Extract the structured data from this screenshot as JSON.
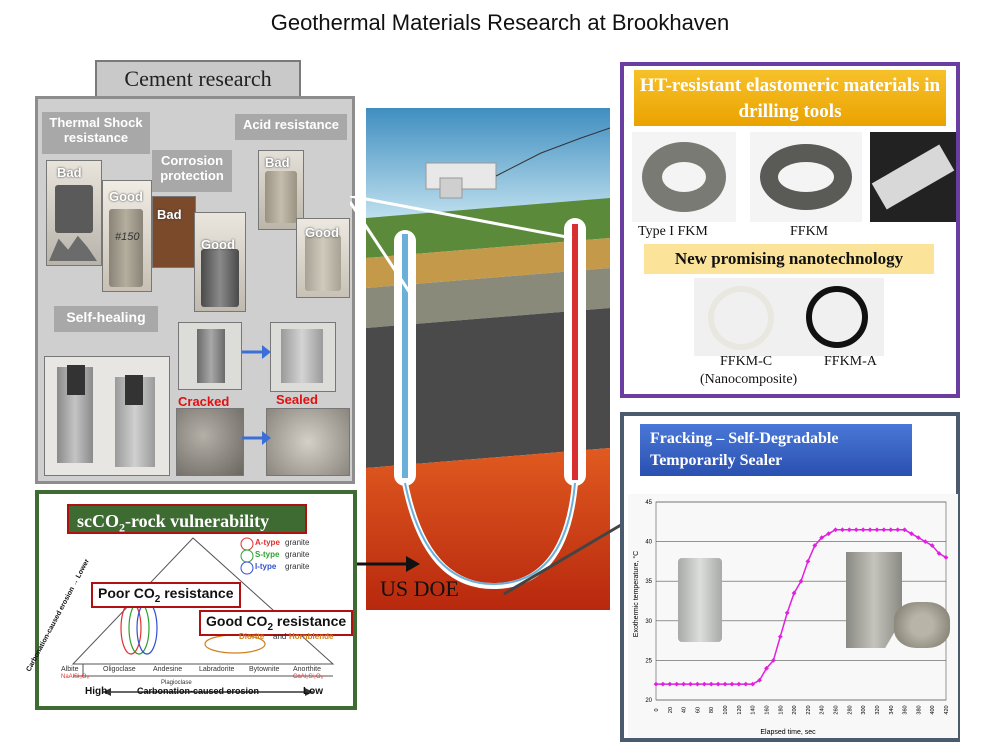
{
  "title": "Geothermal Materials Research at Brookhaven",
  "cement": {
    "tab": "Cement research",
    "thermal_shock": "Thermal Shock resistance",
    "corrosion": "Corrosion protection",
    "acid": "Acid resistance",
    "bad": "Bad",
    "good": "Good",
    "self_healing": "Self-healing",
    "cracked": "Cracked",
    "sealed": "Sealed",
    "sample_mark": "#150"
  },
  "elastomer": {
    "title": "HT-resistant elastomeric materials in drilling tools",
    "type1": "Type I FKM",
    "ffkm": "FFKM",
    "nano_title": "New promising nanotechnology",
    "ffkm_c": "FFKM-C",
    "nanocomposite": "(Nanocomposite)",
    "ffkm_a": "FFKM-A"
  },
  "fracking": {
    "title": "Fracking – Self-Degradable Temporarily Sealer",
    "ylabel": "Exothermic temperature, °C",
    "xlabel": "Elapsed time, sec",
    "yticks": [
      "20",
      "25",
      "30",
      "35",
      "40",
      "45"
    ],
    "xticks": [
      "0",
      "20",
      "40",
      "60",
      "80",
      "100",
      "120",
      "140",
      "160",
      "180",
      "200",
      "220",
      "240",
      "260",
      "280",
      "300",
      "320",
      "340",
      "360",
      "380",
      "400",
      "420"
    ]
  },
  "well": {
    "label": "US DOE"
  },
  "co2": {
    "title_pre": "scCO",
    "title_sub": "2",
    "title_post": "-rock  vulnerability",
    "poor_pre": "Poor CO",
    "poor_sub": "2",
    "poor_post": " resistance",
    "good_pre": "Good CO",
    "good_sub": "2",
    "good_post": " resistance",
    "legend_a": "A-type",
    "legend_s": "S-type",
    "legend_i": "I-type",
    "granite": "granite",
    "diorite": "Diorite",
    "and": "and",
    "hornblende": "Hornblende",
    "minerals": [
      "Albite",
      "Oligoclase",
      "Andesine",
      "Labradorite",
      "Bytownite",
      "Anorthite"
    ],
    "formula_left": "NaAlSi₃O₈",
    "formula_right": "CaAl₂Si₂O₈",
    "high": "High",
    "low": "Low",
    "axis_bottom": "Carbonation-caused erosion",
    "axis_left": "Carbonation-caused erosion → Lower",
    "plagioclase": "Plagioclase"
  },
  "chart_data": {
    "type": "line",
    "title": "",
    "xlabel": "Elapsed time, sec",
    "ylabel": "Exothermic temperature, °C",
    "xlim": [
      0,
      420
    ],
    "ylim": [
      20,
      45
    ],
    "series": [
      {
        "color": "#e020e0",
        "x": [
          0,
          10,
          20,
          30,
          40,
          50,
          60,
          70,
          80,
          90,
          100,
          110,
          120,
          130,
          140,
          150,
          160,
          170,
          180,
          190,
          200,
          210,
          220,
          230,
          240,
          250,
          260,
          270,
          280,
          290,
          300,
          310,
          320,
          330,
          340,
          350,
          360,
          370,
          380,
          390,
          400,
          410,
          420
        ],
        "y": [
          22,
          22,
          22,
          22,
          22,
          22,
          22,
          22,
          22,
          22,
          22,
          22,
          22,
          22,
          22,
          22.5,
          24,
          25,
          28,
          31,
          33.5,
          35,
          37.5,
          39.5,
          40.5,
          41,
          41.5,
          41.5,
          41.5,
          41.5,
          41.5,
          41.5,
          41.5,
          41.5,
          41.5,
          41.5,
          41.5,
          41,
          40.5,
          40,
          39.5,
          38.5,
          38
        ]
      }
    ]
  }
}
